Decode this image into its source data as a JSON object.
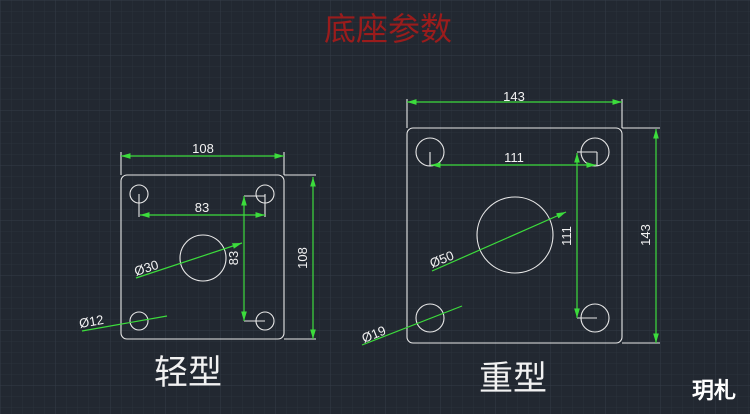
{
  "title": "底座参数",
  "light": {
    "label": "轻型",
    "width": "108",
    "height": "108",
    "hole_spacing_h": "83",
    "hole_spacing_v": "83",
    "center_diameter": "Ø30",
    "hole_diameter": "Ø12"
  },
  "heavy": {
    "label": "重型",
    "width": "143",
    "height": "143",
    "hole_spacing_h": "111",
    "hole_spacing_v": "111",
    "center_diameter": "Ø50",
    "hole_diameter": "Ø19"
  },
  "watermark": "玥札",
  "colors": {
    "background": "#222831",
    "dimension": "#3cdc3c",
    "title": "#9a1c1c"
  }
}
